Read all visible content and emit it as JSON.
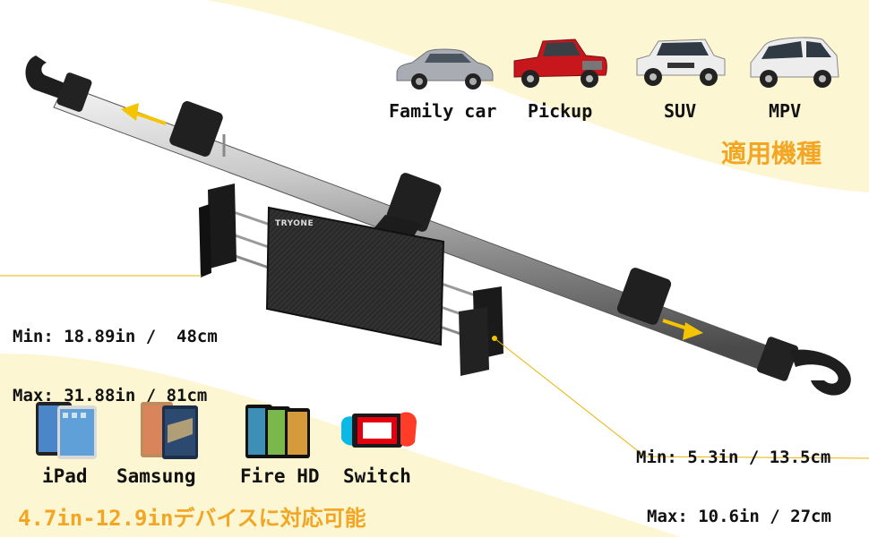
{
  "vehicles": {
    "heading": "適用機種",
    "items": [
      {
        "label": "Family car",
        "icon": "sedan-icon",
        "color": "#a9adb3"
      },
      {
        "label": "Pickup",
        "icon": "pickup-truck-icon",
        "color": "#c8161d"
      },
      {
        "label": "SUV",
        "icon": "suv-icon",
        "color": "#ededed"
      },
      {
        "label": "MPV",
        "icon": "minivan-icon",
        "color": "#ededed"
      }
    ]
  },
  "product": {
    "brand": "TRYONE",
    "bar_length": {
      "min": "Min: 18.89in /  48cm",
      "max": "Max: 31.88in / 81cm"
    },
    "clamp_range": {
      "min": "Min: 5.3in / 13.5cm",
      "max": "Max: 10.6in / 27cm"
    }
  },
  "devices": {
    "caption": "4.7in-12.9inデバイスに対応可能",
    "items": [
      {
        "label": "iPad",
        "icon": "ipad-icon"
      },
      {
        "label": "Samsung",
        "icon": "samsung-tablet-icon"
      },
      {
        "label": "Fire HD",
        "icon": "fire-hd-tablet-icon"
      },
      {
        "label": "Switch",
        "icon": "nintendo-switch-icon"
      }
    ]
  },
  "colors": {
    "accent": "#f2a623",
    "background_tint": "#fdf6d2",
    "arrow": "#f5c400"
  }
}
